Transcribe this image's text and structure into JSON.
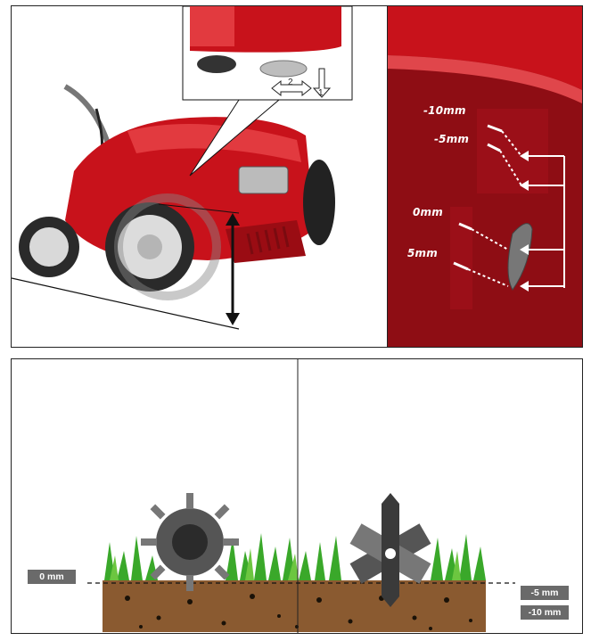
{
  "inset": {
    "step1": "1",
    "step2": "2"
  },
  "detail_labels": [
    "-10mm",
    "-5mm",
    "0mm",
    "5mm"
  ],
  "depth_tags": {
    "zero": "0 mm",
    "minus5": "-5 mm",
    "minus10": "-10 mm"
  },
  "colors": {
    "machine_red": "#c8121b",
    "dark_red": "#7a0b10",
    "grass": "#3aa82a",
    "soil": "#8a5a30",
    "tag_grey": "#6a6a6a"
  }
}
